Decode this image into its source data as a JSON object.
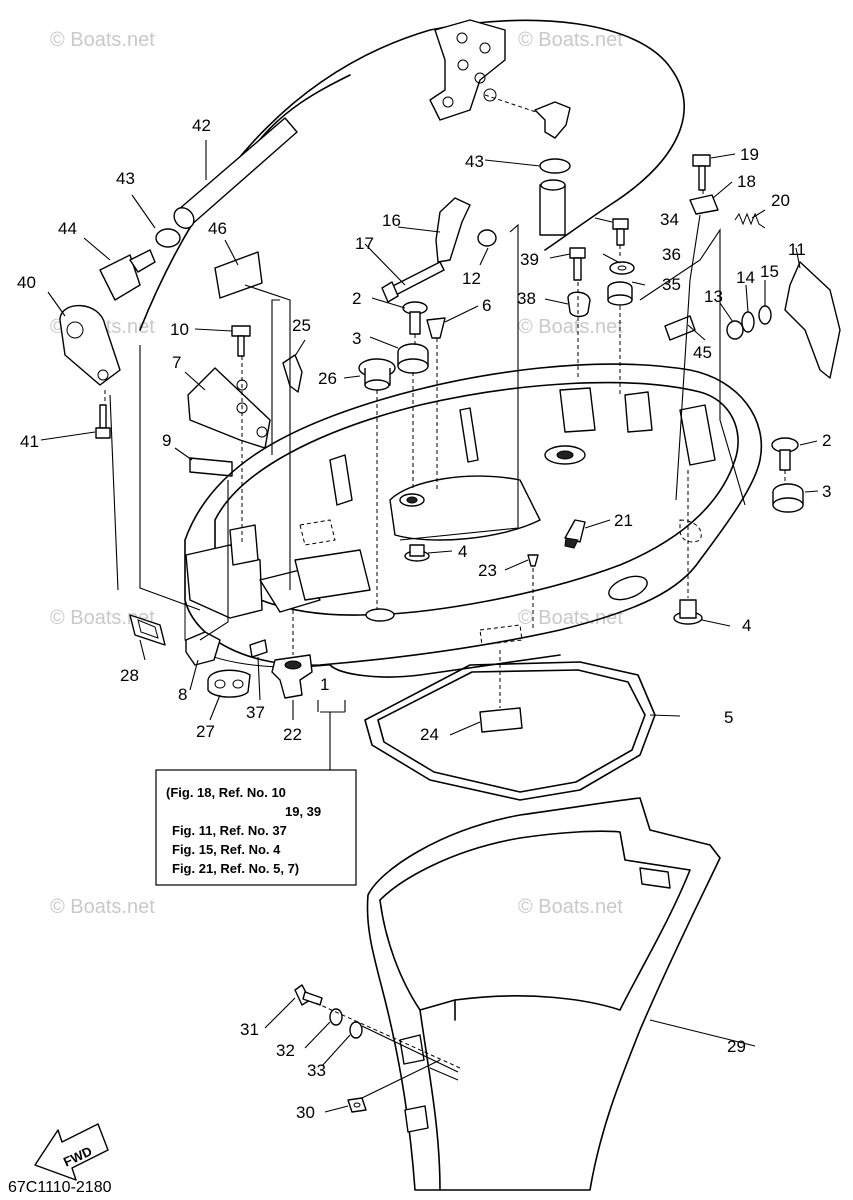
{
  "watermarks": [
    "© Boats.net",
    "© Boats.net",
    "© Boats.net",
    "© Boats.net",
    "© Boats.net",
    "© Boats.net",
    "© Boats.net",
    "© Boats.net"
  ],
  "callouts": {
    "c1": "1",
    "c2a": "2",
    "c2b": "2",
    "c3a": "3",
    "c3b": "3",
    "c4a": "4",
    "c4b": "4",
    "c5": "5",
    "c6": "6",
    "c7": "7",
    "c8": "8",
    "c9": "9",
    "c10": "10",
    "c11": "11",
    "c12": "12",
    "c13": "13",
    "c14": "14",
    "c15": "15",
    "c16": "16",
    "c17": "17",
    "c18": "18",
    "c19": "19",
    "c20": "20",
    "c21": "21",
    "c22": "22",
    "c23": "23",
    "c24": "24",
    "c25": "25",
    "c26": "26",
    "c27": "27",
    "c28": "28",
    "c29": "29",
    "c30": "30",
    "c31": "31",
    "c32": "32",
    "c33": "33",
    "c34": "34",
    "c35": "35",
    "c36": "36",
    "c37": "37",
    "c38": "38",
    "c39": "39",
    "c40": "40",
    "c41": "41",
    "c42": "42",
    "c43a": "43",
    "c43b": "43",
    "c44": "44",
    "c45": "45",
    "c46": "46"
  },
  "reference_box": {
    "line1": "(Fig. 18, Ref. No. 10",
    "line2": "19, 39",
    "line3": "Fig. 11, Ref. No. 37",
    "line4": "Fig. 15, Ref. No. 4",
    "line5": "Fig. 21, Ref. No. 5, 7)"
  },
  "fwd_label": "FWD",
  "diagram_code": "67C1110-2180"
}
